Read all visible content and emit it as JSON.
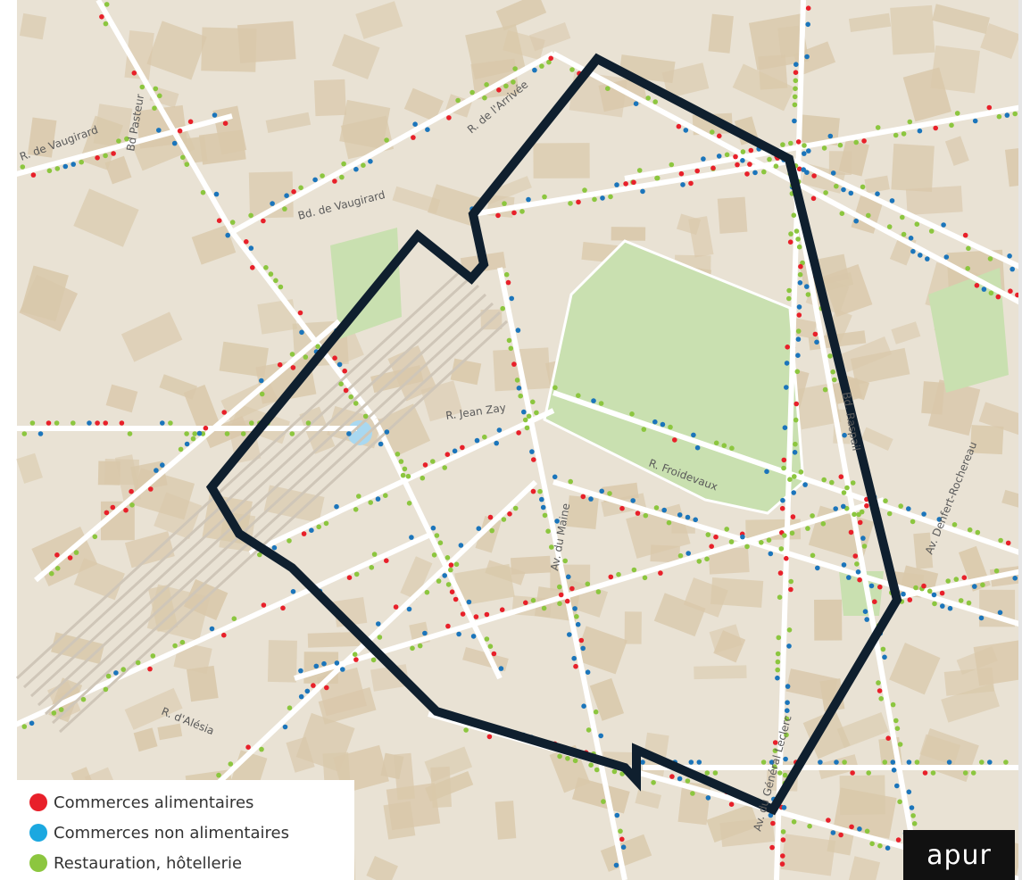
{
  "map": {
    "colors": {
      "background": "#e9e2d4",
      "building": "#d9c8aa",
      "green": "#c9e0b0",
      "street": "#ffffff",
      "railway": "#cfc6b8",
      "perimeter": "#0f1f2e",
      "food": "#e8202a",
      "nonfood": "#1b75bb",
      "restaurant": "#8cc63f"
    },
    "street_labels": [
      {
        "text": "Bd Pasteur"
      },
      {
        "text": "R. de Vaugirard"
      },
      {
        "text": "Bd. de Vaugirard"
      },
      {
        "text": "R. de l'Arrivée"
      },
      {
        "text": "R. Jean Zay"
      },
      {
        "text": "R. Froidevaux"
      },
      {
        "text": "Av. du Maine"
      },
      {
        "text": "Bd. Raspail"
      },
      {
        "text": "Av. Denfert-Rochereau"
      },
      {
        "text": "R. d'Alésia"
      },
      {
        "text": "Av. du Général Leclerc"
      }
    ]
  },
  "legend": {
    "items": [
      {
        "label": "Commerces alimentaires",
        "color": "#e8202a"
      },
      {
        "label": "Commerces non alimentaires",
        "color": "#1ba8e0"
      },
      {
        "label": "Restauration, hôtellerie",
        "color": "#8cc63f"
      }
    ]
  },
  "logo": {
    "text": "apur"
  }
}
